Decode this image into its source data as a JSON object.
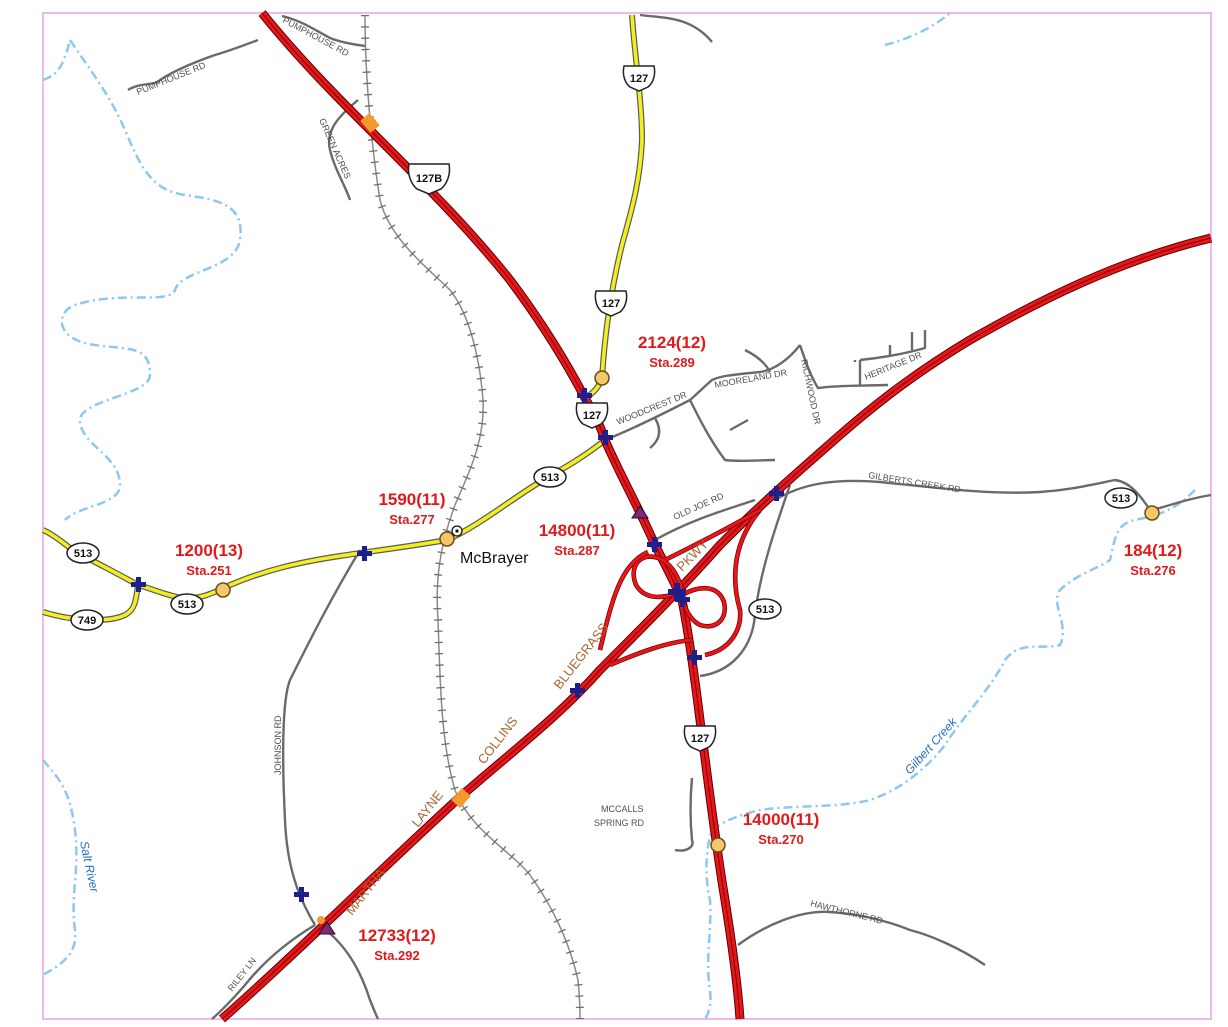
{
  "place": {
    "name": "McBrayer"
  },
  "parkway": {
    "words": [
      "MARTHA",
      "LAYNE",
      "COLLINS",
      "BLUEGRASS",
      "PKWY"
    ]
  },
  "streets": {
    "pumphouse_rd_1": "PUMPHOUSE RD",
    "pumphouse_rd_2": "PUMPHOUSE RD",
    "green_acres": "GREEN ACRES",
    "woodcrest_dr": "WOODCREST DR",
    "mooreland_dr": "MOORELAND DR",
    "richwood_dr": "RICHWOOD DR",
    "heritage_dr": "HERITAGE DR",
    "old_joe_rd": "OLD JOE RD",
    "gilberts_creek_rd": "GILBERTS CREEK RD",
    "johnson_rd": "JOHNSON RD",
    "mccalls_line1": "MCCALLS",
    "mccalls_line2": "SPRING RD",
    "hawthorne_rd": "HAWTHORNE RD",
    "riley_ln": "RILEY LN"
  },
  "waterways": {
    "salt_river": "Salt River",
    "gilbert_creek": "Gilbert Creek"
  },
  "shields": {
    "us127b": "127B",
    "us127_top": "127",
    "us127_mid": "127",
    "us127_jct": "127",
    "us127_south": "127",
    "ky513_a": "513",
    "ky513_b": "513",
    "ky513_c": "513",
    "ky513_d": "513",
    "ky513_e": "513",
    "ky749": "749"
  },
  "traffic_counts": [
    {
      "id": "c2124",
      "count": "2124(12)",
      "station": "Sta.289"
    },
    {
      "id": "c1590",
      "count": "1590(11)",
      "station": "Sta.277"
    },
    {
      "id": "c14800",
      "count": "14800(11)",
      "station": "Sta.287"
    },
    {
      "id": "c1200",
      "count": "1200(13)",
      "station": "Sta.251"
    },
    {
      "id": "c184",
      "count": "184(12)",
      "station": "Sta.276"
    },
    {
      "id": "c14000",
      "count": "14000(11)",
      "station": "Sta.270"
    },
    {
      "id": "c12733",
      "count": "12733(12)",
      "station": "Sta.292"
    }
  ],
  "colors": {
    "primary_route": "#e8151b",
    "secondary_route": "#f5ee1e",
    "local_road": "#6a6a6a",
    "waterway": "#8cc8f0",
    "count_label": "#e01a1a",
    "parkway_label": "#a8652e",
    "station_marker": "#f3c86a",
    "cross_marker": "#1e1e8c",
    "frame": "#f0b8f0"
  }
}
